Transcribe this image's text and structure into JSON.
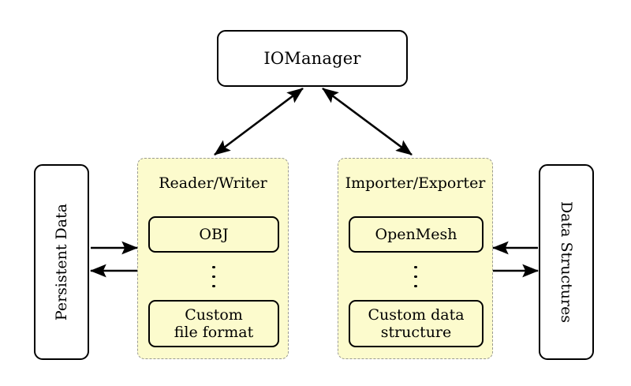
{
  "diagram": {
    "title_node": {
      "label": "IOManager"
    },
    "left_node": {
      "label": "Persistent Data"
    },
    "right_node": {
      "label": "Data Structures"
    },
    "groups": [
      {
        "name": "reader-writer",
        "title": "Reader/Writer",
        "items": [
          {
            "label": "OBJ"
          },
          {
            "label": "⋮"
          },
          {
            "label": "Custom\nfile format",
            "line1": "Custom",
            "line2": "file format"
          }
        ]
      },
      {
        "name": "importer-exporter",
        "title": "Importer/Exporter",
        "items": [
          {
            "label": "OpenMesh"
          },
          {
            "label": "⋮"
          },
          {
            "label": "Custom data\nstructure",
            "line1": "Custom data",
            "line2": "structure"
          }
        ]
      }
    ],
    "connections": [
      {
        "name": "manager-to-reader-writer",
        "kind": "bidirectional-diagonal"
      },
      {
        "name": "manager-to-importer-exporter",
        "kind": "bidirectional-diagonal"
      },
      {
        "name": "persistent-data-to-reader-writer",
        "kind": "arrow-right"
      },
      {
        "name": "reader-writer-to-persistent-data",
        "kind": "arrow-left"
      },
      {
        "name": "data-structures-to-importer-exporter",
        "kind": "arrow-left"
      },
      {
        "name": "importer-exporter-to-data-structures",
        "kind": "arrow-right"
      }
    ],
    "colors": {
      "group_fill": "#fcfbcd",
      "group_border": "#9a9a93",
      "node_border": "#000000",
      "background": "#ffffff"
    }
  }
}
